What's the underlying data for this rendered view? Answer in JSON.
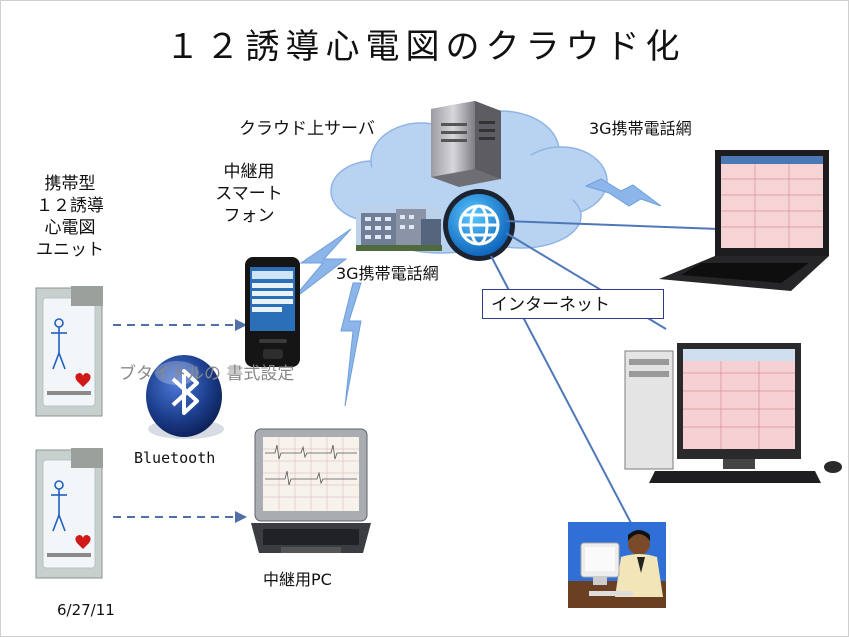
{
  "slide": {
    "title": "１２誘導心電図のクラウド化",
    "unit_label": "携帯型\n１２誘導\n心電図\nユニット",
    "relay_phone_label": "中継用\nスマート\nフォン",
    "cloud_server_label": "クラウド上サーバ",
    "network_3g_right": "3G携帯電話網",
    "network_3g_middle": "3G携帯電話網",
    "internet_label": "インターネット",
    "ghost_placeholder": "ブタイトルの 書式設定",
    "bluetooth_label": "Bluetooth",
    "relay_pc_label": "中継用PC",
    "date": "6/27/11"
  },
  "colors": {
    "cloud": "#b8d3f2",
    "cloud_edge": "#8fb4e3",
    "lightning": "#8cb6ea",
    "dashed_arrow": "#4f6fa6",
    "link_line": "#4f78b8",
    "internet_box_border": "#2f3c8c",
    "ecg_screen": "#f4c7cb",
    "bluetooth_blue": "#1d3f8f"
  }
}
